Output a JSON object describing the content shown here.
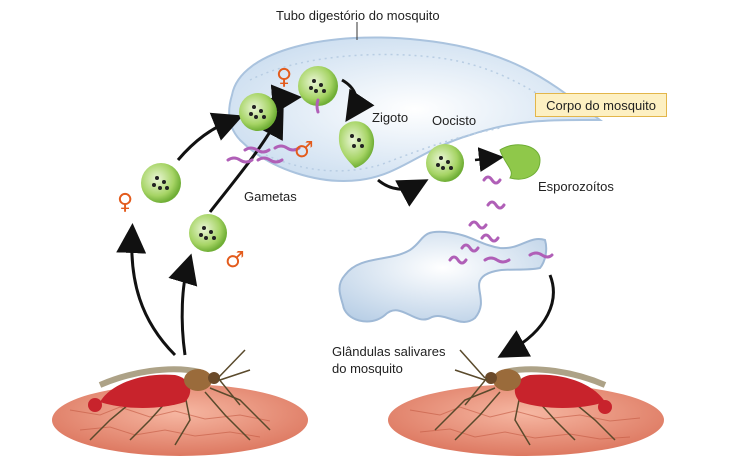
{
  "labels": {
    "tubo": "Tubo digestório do mosquito",
    "zigoto": "Zigoto",
    "oocisto": "Oocisto",
    "corpo": "Corpo do mosquito",
    "gametas": "Gametas",
    "esporozoitos": "Esporozoítos",
    "glandulas": "Glândulas salivares do mosquito"
  },
  "symbols": {
    "female": "♀",
    "male": "♂"
  },
  "colors": {
    "gut": "#dde9f5",
    "cell": "#8fc84a",
    "parasite": "#b05fb7",
    "symbol": "#e35b1c",
    "badge": "#fdf0c2",
    "mosquito_body": "#c8232c",
    "skin": "#e8937a"
  }
}
